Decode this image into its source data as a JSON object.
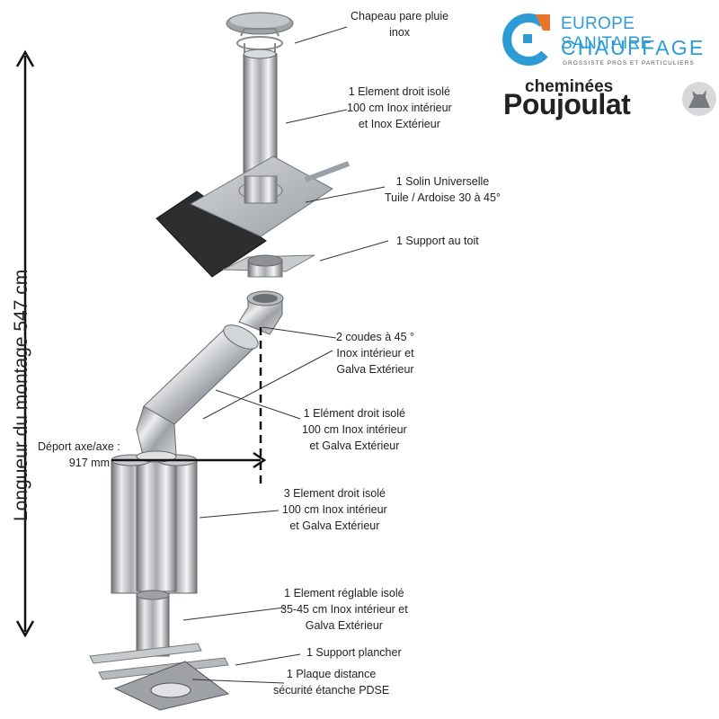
{
  "brand": {
    "company_line1": "EUROPE SANITAIRE",
    "company_line2": "CHAUFFAGE",
    "company_tagline": "GROSSISTE PROS ET PARTICULIERS",
    "maker_top": "cheminées",
    "maker_main": "Poujoulat",
    "colors": {
      "accent_blue": "#2d9cd6",
      "accent_orange": "#e8762a"
    }
  },
  "dimension": {
    "height_label": "Longueur du montage  547 cm",
    "offset_label_line1": "Déport axe/axe :",
    "offset_label_line2": "917 mm"
  },
  "components": [
    {
      "lines": [
        "Chapeau pare pluie",
        "inox"
      ]
    },
    {
      "lines": [
        "1 Element droit isolé",
        "100 cm Inox intérieur",
        "et Inox Extérieur"
      ]
    },
    {
      "lines": [
        "1 Solin Universelle",
        "Tuile / Ardoise 30 à 45°"
      ]
    },
    {
      "lines": [
        "1 Support au toit"
      ]
    },
    {
      "lines": [
        "2 coudes à 45 °",
        "Inox intérieur et",
        "Galva Extérieur"
      ]
    },
    {
      "lines": [
        "1 Elément droit isolé",
        "100 cm Inox intérieur",
        "et Galva Extérieur"
      ]
    },
    {
      "lines": [
        "3 Element droit isolé",
        "100 cm Inox intérieur",
        "et Galva Extérieur"
      ]
    },
    {
      "lines": [
        "1 Element réglable isolé",
        "35-45 cm Inox intérieur et",
        "Galva Extérieur"
      ]
    },
    {
      "lines": [
        "1 Support plancher"
      ]
    },
    {
      "lines": [
        "1 Plaque distance",
        "sécurité étanche PDSE"
      ]
    }
  ]
}
